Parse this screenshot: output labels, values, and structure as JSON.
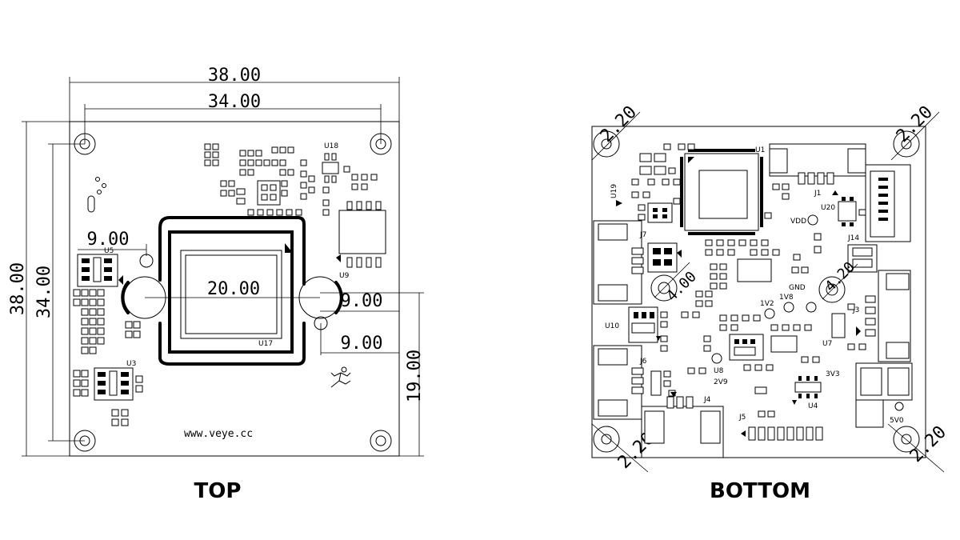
{
  "views": {
    "top": {
      "caption": "TOP",
      "dims": {
        "board_width": "38.00",
        "hole_spacing_x": "34.00",
        "board_height": "38.00",
        "hole_spacing_y": "34.00",
        "lens_spacing": "20.00",
        "u5_offset": "9.00",
        "right_offset_1": "9.00",
        "right_offset_2": "9.00",
        "right_height": "19.00"
      },
      "labels": {
        "u5": "U5",
        "u3": "U3",
        "u9": "U9",
        "u17": "U17",
        "u18": "U18",
        "website": "www.veye.cc"
      }
    },
    "bottom": {
      "caption": "BOTTOM",
      "dims": {
        "hole_tl": "2.20",
        "hole_tr": "2.20",
        "hole_bl": "2.20",
        "hole_br": "2.20",
        "mid_left": "4.00",
        "mid_right": "4.20"
      },
      "labels": {
        "u1": "U1",
        "u19": "U19",
        "j7": "J7",
        "u10": "U10",
        "j6": "J6",
        "j4": "J4",
        "j5": "J5",
        "j1": "J1",
        "u20": "U20",
        "vdd": "VDD",
        "j14": "J14",
        "gnd": "GND",
        "v1v2": "1V2",
        "v1v8": "1V8",
        "j3": "J3",
        "u7": "U7",
        "u8": "U8",
        "v2v9": "2V9",
        "v3v3": "3V3",
        "u4": "U4",
        "v5v0": "5V0"
      }
    }
  }
}
